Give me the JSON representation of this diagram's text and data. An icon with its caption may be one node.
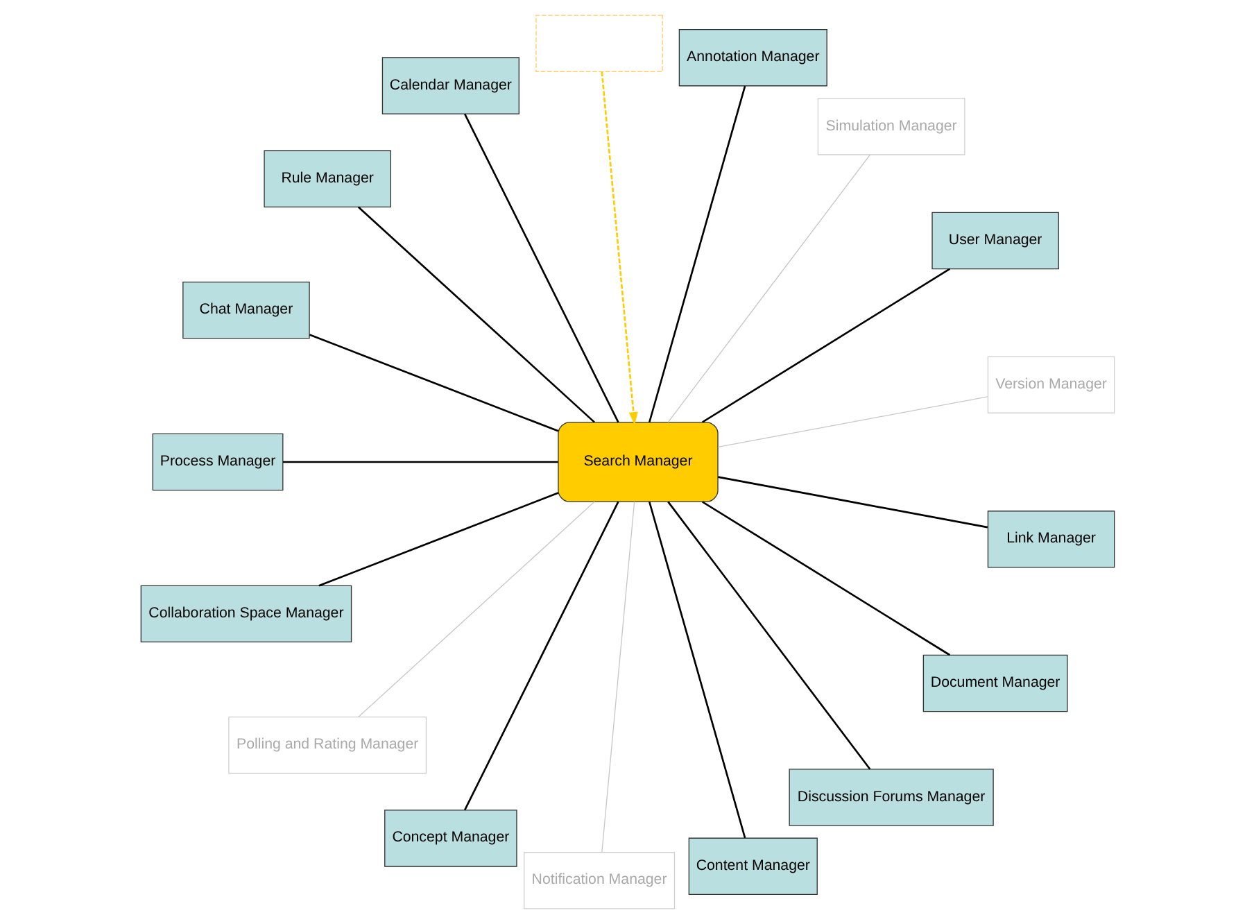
{
  "diagram": {
    "nodes": [
      {
        "text": [
          "Version Manager"
        ]
      },
      {
        "text": [
          "User Manager"
        ]
      },
      {
        "text": [
          "Simulation Manager"
        ]
      },
      {
        "text": [
          "Annotation Manager"
        ]
      },
      {
        "text": [],
        "shape": "box"
      },
      {
        "text": [
          "Calendar Manager"
        ]
      },
      {
        "text": [
          "Rule Manager"
        ]
      },
      {
        "text": [
          "Search Manager"
        ]
      },
      {
        "text": [
          "Chat Manager"
        ]
      },
      {
        "text": [
          "Process Manager"
        ]
      },
      {
        "text": [
          "Collaboration Space Manager"
        ]
      },
      {
        "text": [
          "Polling and Rating Manager"
        ]
      },
      {
        "text": [
          "Concept Manager"
        ]
      },
      {
        "text": [
          "Notification Manager"
        ]
      },
      {
        "text": [
          "Content Manager"
        ]
      },
      {
        "text": [
          "Discussion Forums Manager"
        ]
      },
      {
        "text": [
          "Document Manager"
        ]
      },
      {
        "text": [
          "Link Manager"
        ]
      }
    ],
    "edges": [
      {
        "from": 1,
        "to": 7,
        "arrow": "none"
      },
      {
        "from": 2,
        "to": 7,
        "arrow": "none",
        "color": "#c8c8c8"
      },
      {
        "from": 4,
        "to": 7,
        "arrow": "to",
        "style": "dashed",
        "color": "#ffcc00"
      },
      {
        "from": 6,
        "to": 7,
        "arrow": "none"
      },
      {
        "from": 9,
        "to": 7,
        "arrow": "none"
      },
      {
        "from": 11,
        "to": 7,
        "arrow": "none",
        "color": "#c8c8c8"
      },
      {
        "from": 13,
        "to": 7,
        "arrow": "none",
        "color": "#c8c8c8"
      },
      {
        "from": 17,
        "to": 7,
        "arrow": "none"
      },
      {
        "from": 16,
        "to": 7,
        "arrow": "none"
      },
      {
        "from": 15,
        "to": 7,
        "arrow": "none"
      },
      {
        "from": 14,
        "to": 7,
        "arrow": "none"
      },
      {
        "from": 12,
        "to": 7,
        "arrow": "none"
      },
      {
        "from": 10,
        "to": 7,
        "arrow": "none"
      },
      {
        "from": 8,
        "to": 7,
        "arrow": "none"
      },
      {
        "from": 5,
        "to": 7,
        "arrow": "none"
      },
      {
        "from": 3,
        "to": 7,
        "arrow": "none"
      },
      {
        "from": 0,
        "to": 7,
        "arrow": "none",
        "color": "#c8c8c8"
      }
    ]
  }
}
